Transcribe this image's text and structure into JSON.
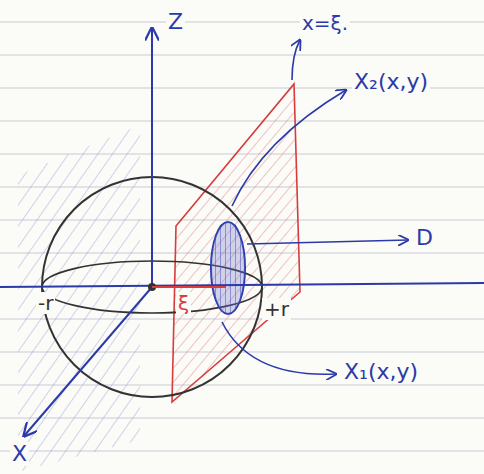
{
  "diagram": {
    "labels": [
      "Z",
      "x=ξ.",
      "X₂(x,y)",
      "D",
      "-r",
      "ξ",
      "+r",
      "X₁(x,y)",
      "X"
    ]
  }
}
